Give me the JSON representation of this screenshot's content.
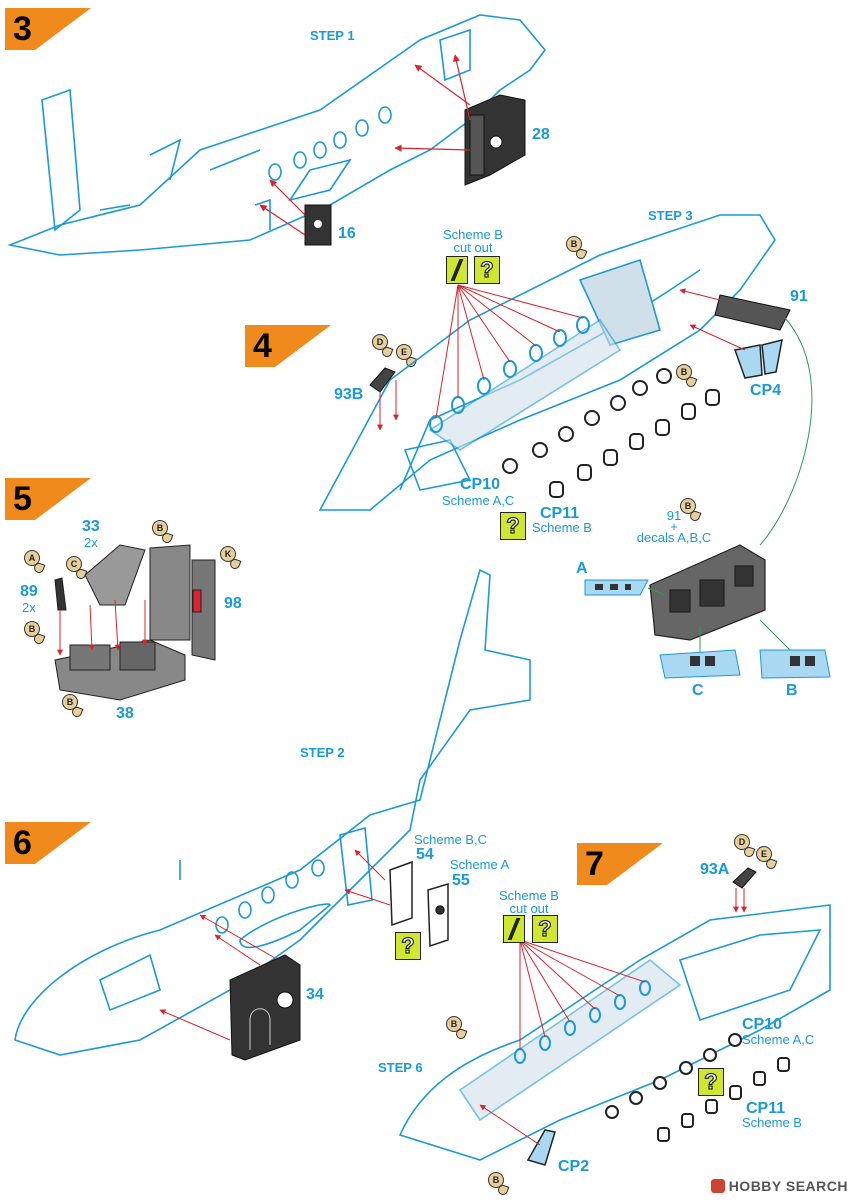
{
  "badges": [
    "3",
    "4",
    "5",
    "6",
    "7"
  ],
  "step_refs": {
    "step1": "STEP 1",
    "step2": "STEP 2",
    "step3": "STEP 3",
    "step6": "STEP 6"
  },
  "parts": {
    "p28": "28",
    "p16": "16",
    "p91": "91",
    "cp4": "CP4",
    "p93b": "93B",
    "cp10": "CP10",
    "cp11": "CP11",
    "p33": "33",
    "p33_qty": "2x",
    "p89": "89",
    "p89_qty": "2x",
    "p98": "98",
    "p38": "38",
    "p54": "54",
    "p55": "55",
    "p34": "34",
    "p93a": "93A",
    "cp2": "CP2"
  },
  "notes": {
    "scheme_b": "Scheme B",
    "cut_out": "cut out",
    "scheme_ac": "Scheme A,C",
    "scheme_b_short": "Scheme B",
    "scheme_bc": "Scheme B,C",
    "scheme_a": "Scheme A",
    "p91_plus": "91",
    "plus": "+",
    "decals": "decals A,B,C",
    "panel_a": "A",
    "panel_b": "B",
    "panel_c": "C"
  },
  "tags": [
    "B",
    "D",
    "E",
    "B",
    "A",
    "C",
    "B",
    "K",
    "B",
    "B",
    "D",
    "E",
    "B",
    "B",
    "B"
  ],
  "question_mark": "?",
  "colors": {
    "line": "#1a9ad6",
    "arrow": "#d9232d",
    "badge": "#f08a1c",
    "highlight": "#cfe82d",
    "panel": "#a9d8f2",
    "leader": "#2a9d5a"
  },
  "watermark": "HOBBY SEARCH"
}
